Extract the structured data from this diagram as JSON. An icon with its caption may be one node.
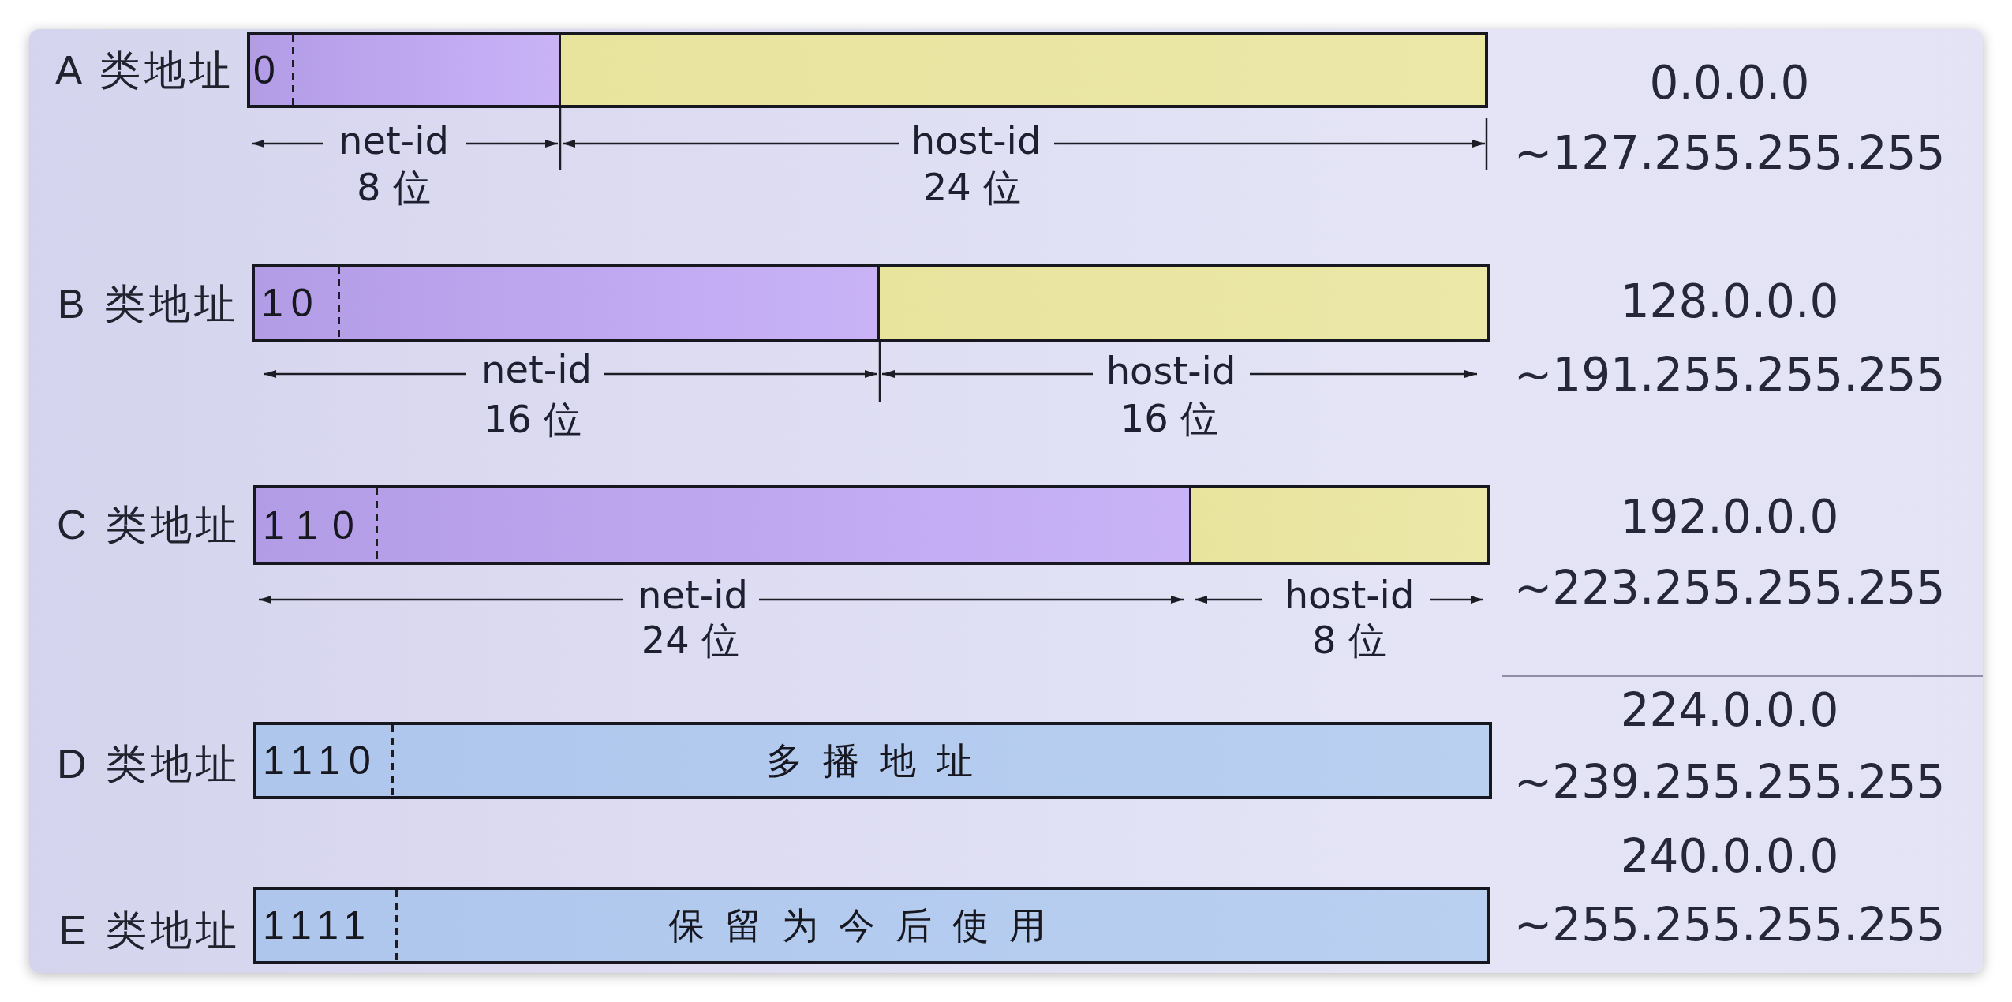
{
  "diagram": {
    "nodes": [
      {
        "text": [
          "0"
        ],
        "beside": [
          "A 类地址",
          "net-id",
          "8 位"
        ]
      },
      {
        "text": [],
        "shape": "bar",
        "beside": [
          "0.0.0.0",
          "~127.255.255.255",
          "host-id",
          "24 位"
        ]
      },
      {
        "text": [
          "10"
        ],
        "beside": [
          "B 类地址",
          "net-id",
          "16 位"
        ]
      },
      {
        "text": [],
        "shape": "bar",
        "beside": [
          "128.0.0.0",
          "~191.255.255.255",
          "host-id",
          "16 位"
        ]
      },
      {
        "text": [
          "110"
        ],
        "beside": [
          "C 类地址",
          "net-id",
          "24 位"
        ]
      },
      {
        "text": [],
        "shape": "bar",
        "beside": [
          "192.0.0.0",
          "~223.255.255.255",
          "host-id",
          "8 位"
        ]
      },
      {
        "text": [
          "1110",
          "多播地址"
        ],
        "beside": [
          "D 类地址",
          "224.0.0.0",
          "~239.255.255.255"
        ]
      },
      {
        "text": [
          "1111",
          "保留为今后使用"
        ],
        "beside": [
          "E 类地址",
          "240.0.0.0",
          "~255.255.255.255"
        ]
      }
    ]
  }
}
